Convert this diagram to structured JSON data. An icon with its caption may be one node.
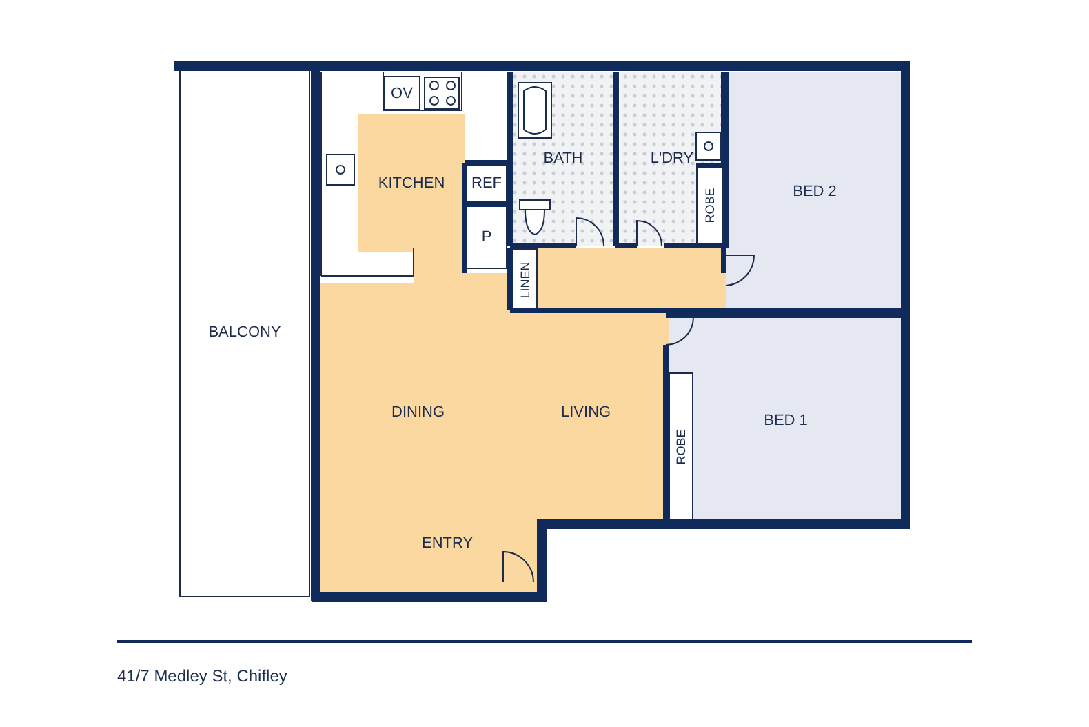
{
  "diagram": {
    "caption": "41/7 Medley St, Chifley",
    "nodes": [
      {
        "text": [
          "OV"
        ]
      },
      {
        "text": [
          "BATH"
        ]
      },
      {
        "text": [
          "L'DRY"
        ]
      },
      {
        "text": [
          "KITCHEN"
        ]
      },
      {
        "text": [
          "REF"
        ]
      },
      {
        "text": [
          "BED 2"
        ]
      },
      {
        "text": [
          "ROBE"
        ],
        "in": 2
      },
      {
        "text": [
          "P"
        ]
      },
      {
        "text": [
          "LINEN"
        ]
      },
      {
        "text": [
          "BALCONY"
        ]
      },
      {
        "text": [
          "DINING",
          "LIVING",
          "ENTRY"
        ]
      },
      {
        "text": [
          "ROBE"
        ],
        "in": 12
      },
      {
        "text": [
          "BED 1"
        ]
      },
      {
        "text": [],
        "shape": "box"
      }
    ],
    "edges": []
  }
}
